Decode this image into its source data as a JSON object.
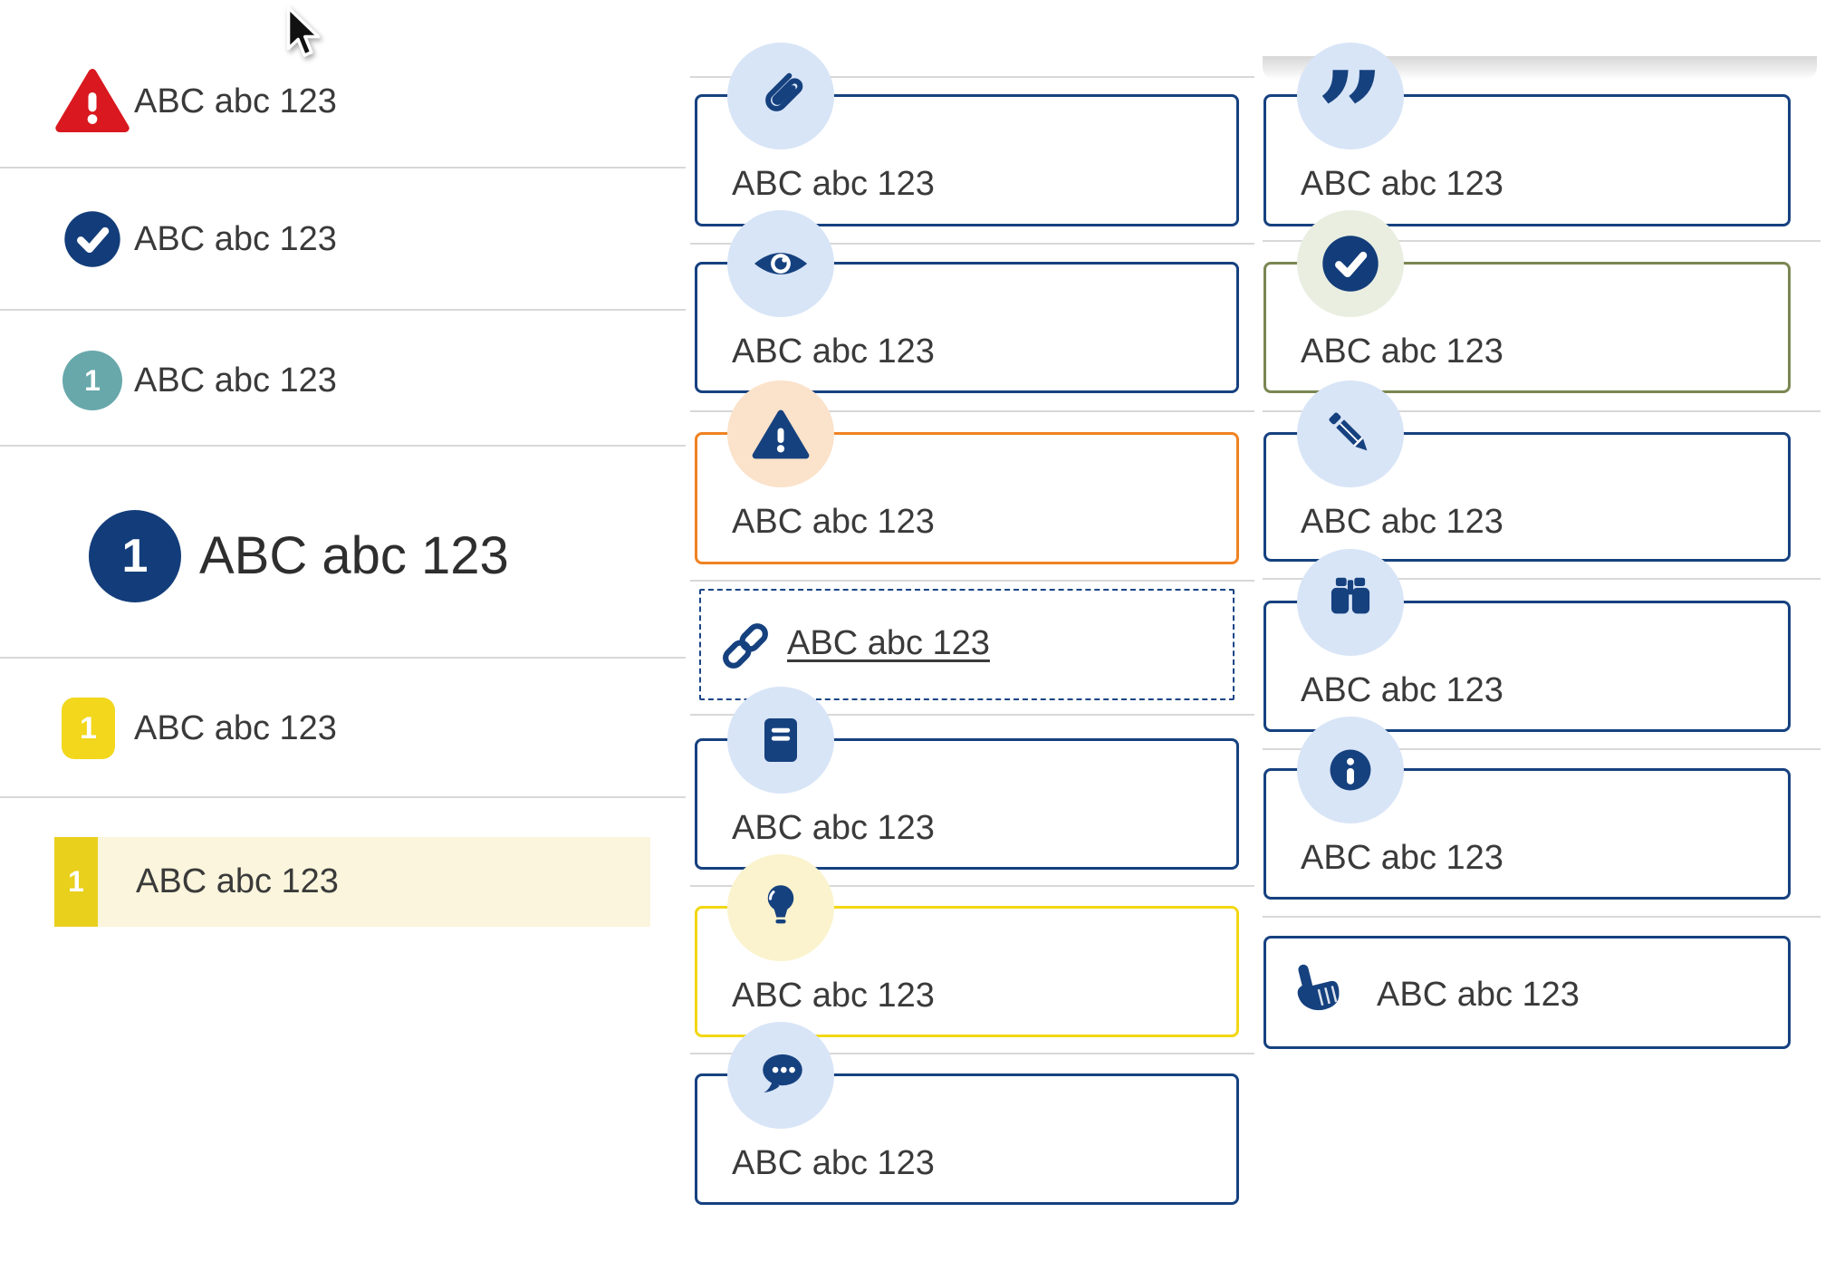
{
  "colors": {
    "navy": "#16417f",
    "navy_badge": "#133d7a",
    "pale_blue": "#d8e5f7",
    "red": "#d9181f",
    "teal": "#68a8ab",
    "yellow_badge": "#f2d71c",
    "highlight_yellow": "#e9d01d",
    "highlight_cream": "#faf5dc",
    "orange_border": "#ef8222",
    "peach_circle": "#fbe2ca",
    "yellow_border": "#f2d713",
    "pale_yellow_circle": "#fbf3cd",
    "olive_border": "#7a8752",
    "pale_green_circle": "#e9eee1",
    "divider": "#d8d8d8",
    "text": "#3a3a3a"
  },
  "cursor": {
    "icon": "mouse-cursor-icon"
  },
  "left_list": {
    "items": [
      {
        "icon": "alert-triangle-icon",
        "label": "ABC abc 123"
      },
      {
        "icon": "check-circle-icon",
        "label": "ABC abc 123"
      },
      {
        "icon": "number-badge-circle",
        "badge": "1",
        "label": "ABC abc 123"
      },
      {
        "icon": "number-badge-circle",
        "badge": "1",
        "label": "ABC abc 123",
        "size": "large"
      },
      {
        "icon": "number-badge-square",
        "badge": "1",
        "label": "ABC abc 123"
      },
      {
        "icon": "number-badge-square",
        "badge": "1",
        "label": "ABC abc 123",
        "state": "highlighted"
      }
    ]
  },
  "middle_column": {
    "cards": [
      {
        "icon": "paperclip-icon",
        "label": "ABC abc 123",
        "variant": "default"
      },
      {
        "icon": "eye-icon",
        "label": "ABC abc 123",
        "variant": "default"
      },
      {
        "icon": "alert-triangle-icon",
        "label": "ABC abc 123",
        "variant": "warning-orange"
      },
      {
        "icon": "link-icon",
        "label": "ABC abc 123",
        "variant": "dashed-link"
      },
      {
        "icon": "book-icon",
        "label": "ABC abc 123",
        "variant": "default"
      },
      {
        "icon": "lightbulb-icon",
        "label": "ABC abc 123",
        "variant": "tip-yellow"
      },
      {
        "icon": "chat-icon",
        "label": "ABC abc 123",
        "variant": "default"
      }
    ]
  },
  "right_column": {
    "cards": [
      {
        "icon": "quote-icon",
        "glyph": "”",
        "label": "ABC abc 123",
        "variant": "default"
      },
      {
        "icon": "check-circle-icon",
        "label": "ABC abc 123",
        "variant": "success-olive"
      },
      {
        "icon": "pencil-icon",
        "label": "ABC abc 123",
        "variant": "default"
      },
      {
        "icon": "binoculars-icon",
        "label": "ABC abc 123",
        "variant": "default"
      },
      {
        "icon": "info-icon",
        "label": "ABC abc 123",
        "variant": "default"
      },
      {
        "icon": "hand-point-icon",
        "label": "ABC abc 123",
        "variant": "inline-icon"
      }
    ]
  }
}
